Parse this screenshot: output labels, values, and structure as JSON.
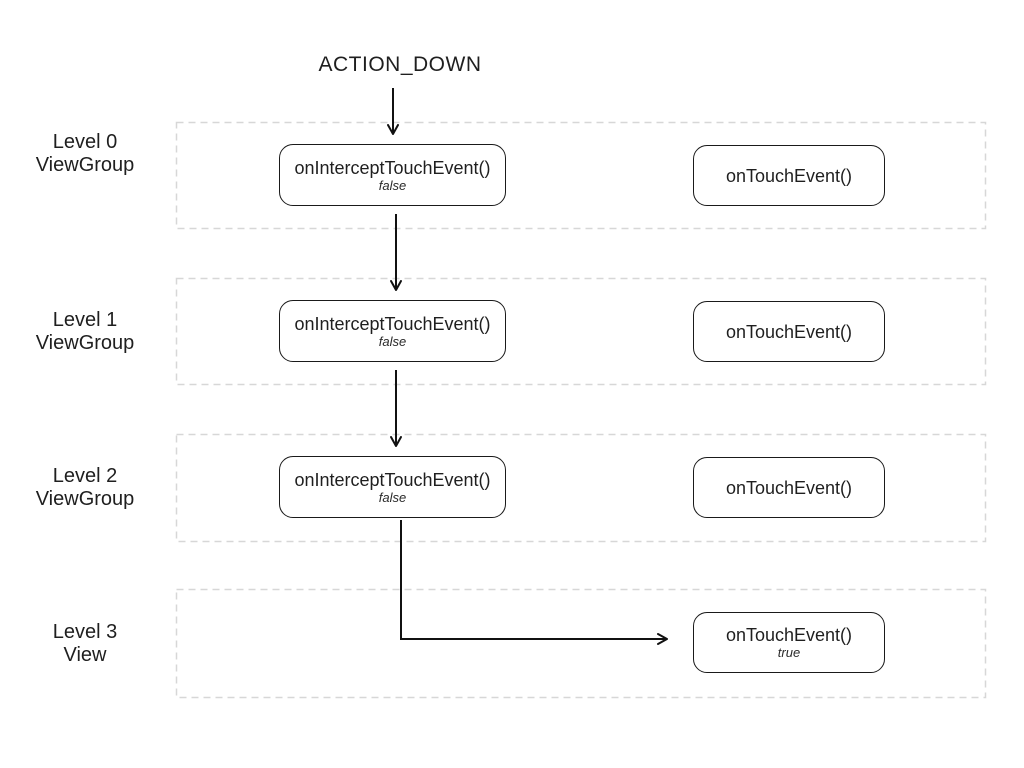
{
  "title": "ACTION_DOWN",
  "rows": [
    {
      "level": "Level 0",
      "kind": "ViewGroup",
      "intercept_label": "onInterceptTouchEvent()",
      "intercept_result": "false",
      "touch_label": "onTouchEvent()"
    },
    {
      "level": "Level 1",
      "kind": "ViewGroup",
      "intercept_label": "onInterceptTouchEvent()",
      "intercept_result": "false",
      "touch_label": "onTouchEvent()"
    },
    {
      "level": "Level 2",
      "kind": "ViewGroup",
      "intercept_label": "onInterceptTouchEvent()",
      "intercept_result": "false",
      "touch_label": "onTouchEvent()"
    },
    {
      "level": "Level 3",
      "kind": "View",
      "touch_label": "onTouchEvent()",
      "touch_result": "true"
    }
  ],
  "colors": {
    "background": "#ffffff",
    "arrow": "#111111",
    "box_border": "#1a1a1a",
    "row_border": "#d7d7d7",
    "text": "#1f1f1f"
  }
}
